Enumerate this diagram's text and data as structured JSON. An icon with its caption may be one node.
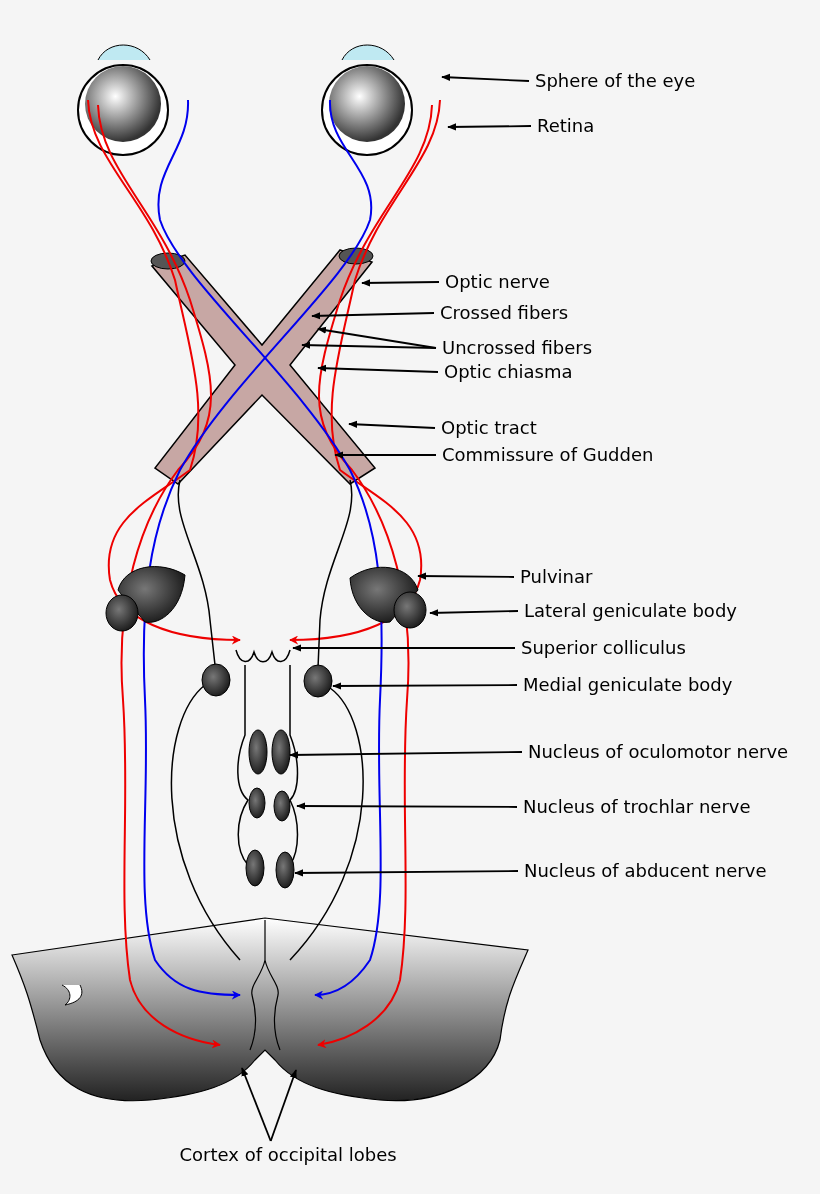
{
  "diagram": {
    "nodes": [
      {
        "text": [
          "Sphere of the eye"
        ]
      },
      {
        "text": [
          "Retina"
        ]
      },
      {
        "text": [
          "Optic nerve"
        ]
      },
      {
        "text": [
          "Crossed fibers"
        ]
      },
      {
        "text": [
          "Uncrossed fibers"
        ]
      },
      {
        "text": [
          "Optic chiasma"
        ]
      },
      {
        "text": [
          "Optic tract"
        ]
      },
      {
        "text": [
          "Commissure of Gudden"
        ]
      },
      {
        "text": [
          "Pulvinar"
        ]
      },
      {
        "text": [
          "Lateral geniculate body"
        ]
      },
      {
        "text": [
          "Superior colliculus"
        ]
      },
      {
        "text": [
          "Medial geniculate body"
        ]
      },
      {
        "text": [
          "Nucleus of oculomotor nerve"
        ]
      },
      {
        "text": [
          "Nucleus of trochlar nerve"
        ]
      },
      {
        "text": [
          "Nucleus of abducent nerve"
        ]
      },
      {
        "text": [
          "Cortex of occipital lobes"
        ]
      }
    ],
    "edges": [
      {
        "from": 0,
        "to": null,
        "arrow": "to"
      },
      {
        "from": 1,
        "to": null,
        "arrow": "to"
      },
      {
        "from": 2,
        "to": null,
        "arrow": "to"
      },
      {
        "from": 3,
        "to": null,
        "arrow": "to"
      },
      {
        "from": 4,
        "to": null,
        "arrow": "to"
      },
      {
        "from": 4,
        "to": null,
        "arrow": "to"
      },
      {
        "from": 5,
        "to": null,
        "arrow": "to"
      },
      {
        "from": 6,
        "to": null,
        "arrow": "to"
      },
      {
        "from": 7,
        "to": null,
        "arrow": "to"
      },
      {
        "from": 8,
        "to": null,
        "arrow": "to"
      },
      {
        "from": 9,
        "to": null,
        "arrow": "to"
      },
      {
        "from": 10,
        "to": null,
        "arrow": "to"
      },
      {
        "from": 11,
        "to": null,
        "arrow": "to"
      },
      {
        "from": 12,
        "to": null,
        "arrow": "to"
      },
      {
        "from": 13,
        "to": null,
        "arrow": "to"
      },
      {
        "from": 14,
        "to": null,
        "arrow": "to"
      },
      {
        "from": 15,
        "to": null,
        "arrow": "to"
      },
      {
        "from": 15,
        "to": null,
        "arrow": "to"
      }
    ]
  }
}
